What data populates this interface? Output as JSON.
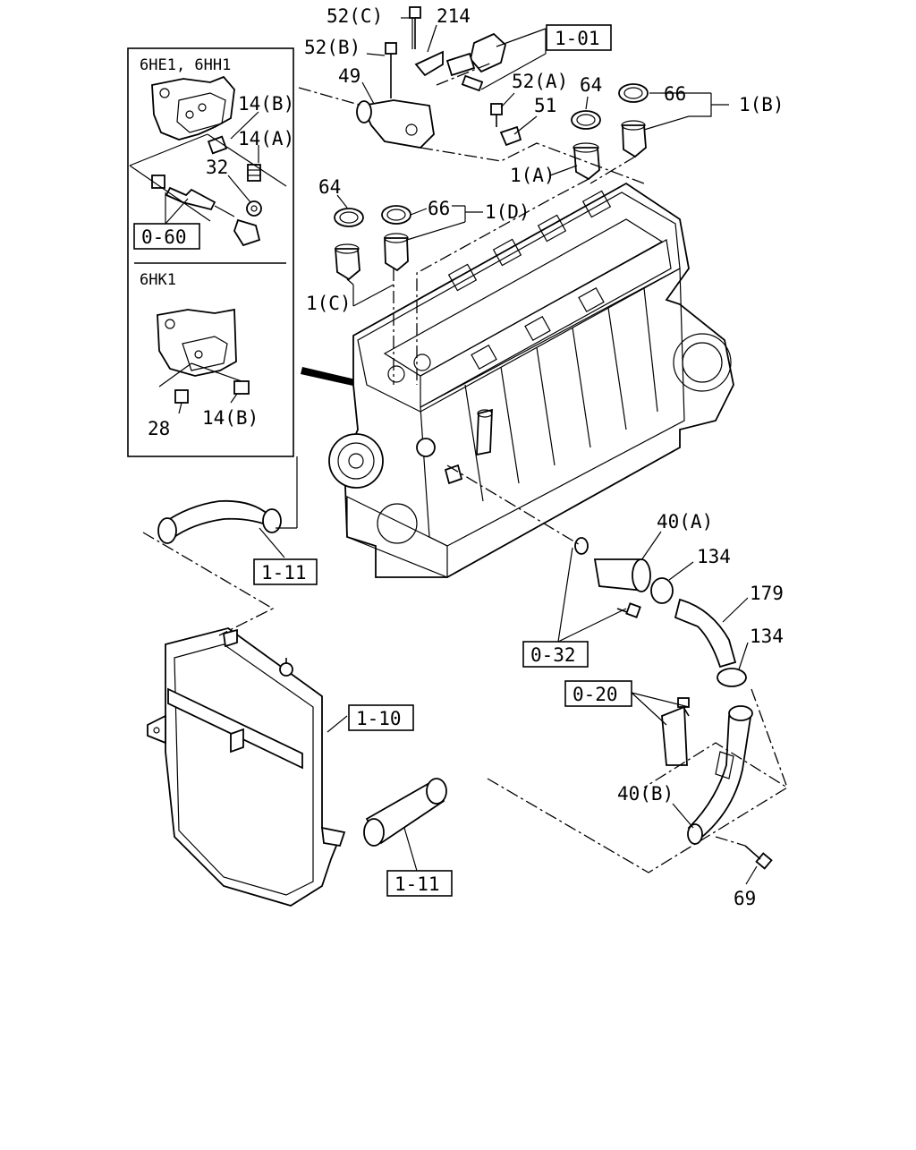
{
  "insets": {
    "top_title": "6HE1, 6HH1",
    "bottom_title": "6HK1"
  },
  "labels": {
    "p52c": "52(C)",
    "p214": "214",
    "p52b": "52(B)",
    "p49": "49",
    "p52a": "52(A)",
    "p64_top": "64",
    "p66_top": "66",
    "p1b": "1(B)",
    "p51": "51",
    "p1a": "1(A)",
    "p14b_top": "14(B)",
    "p14a": "14(A)",
    "p32": "32",
    "p64_mid": "64",
    "p66_mid": "66",
    "p1d": "1(D)",
    "p1c": "1(C)",
    "p28": "28",
    "p14b_bottom": "14(B)",
    "p40a": "40(A)",
    "p134_top": "134",
    "p179": "179",
    "p134_bottom": "134",
    "p40b": "40(B)",
    "p69": "69"
  },
  "refs": {
    "r101": "1-01",
    "r060": "0-60",
    "r111_top": "1-11",
    "r032": "0-32",
    "r020": "0-20",
    "r110": "1-10",
    "r111_bottom": "1-11"
  }
}
